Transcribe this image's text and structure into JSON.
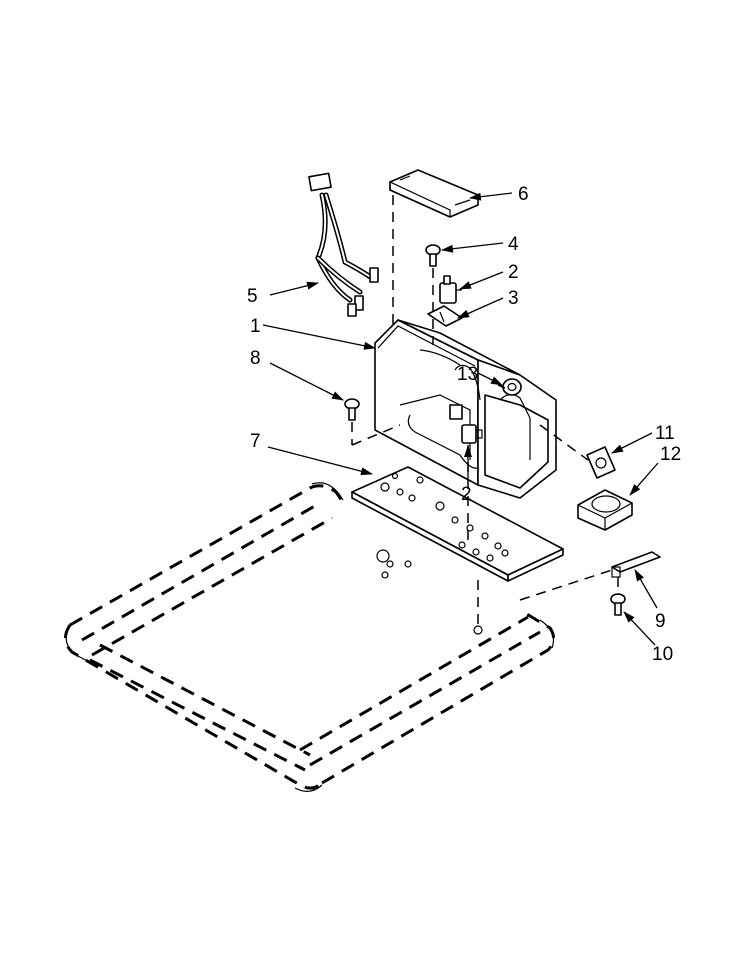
{
  "callouts": [
    {
      "id": "1",
      "label": "1"
    },
    {
      "id": "2a",
      "label": "2"
    },
    {
      "id": "2b",
      "label": "2"
    },
    {
      "id": "3",
      "label": "3"
    },
    {
      "id": "4",
      "label": "4"
    },
    {
      "id": "5",
      "label": "5"
    },
    {
      "id": "6",
      "label": "6"
    },
    {
      "id": "7",
      "label": "7"
    },
    {
      "id": "8",
      "label": "8"
    },
    {
      "id": "9",
      "label": "9"
    },
    {
      "id": "10",
      "label": "10"
    },
    {
      "id": "11",
      "label": "11"
    },
    {
      "id": "12",
      "label": "12"
    },
    {
      "id": "13",
      "label": "13"
    }
  ],
  "colors": {
    "ink": "#000000",
    "paper": "#ffffff"
  }
}
